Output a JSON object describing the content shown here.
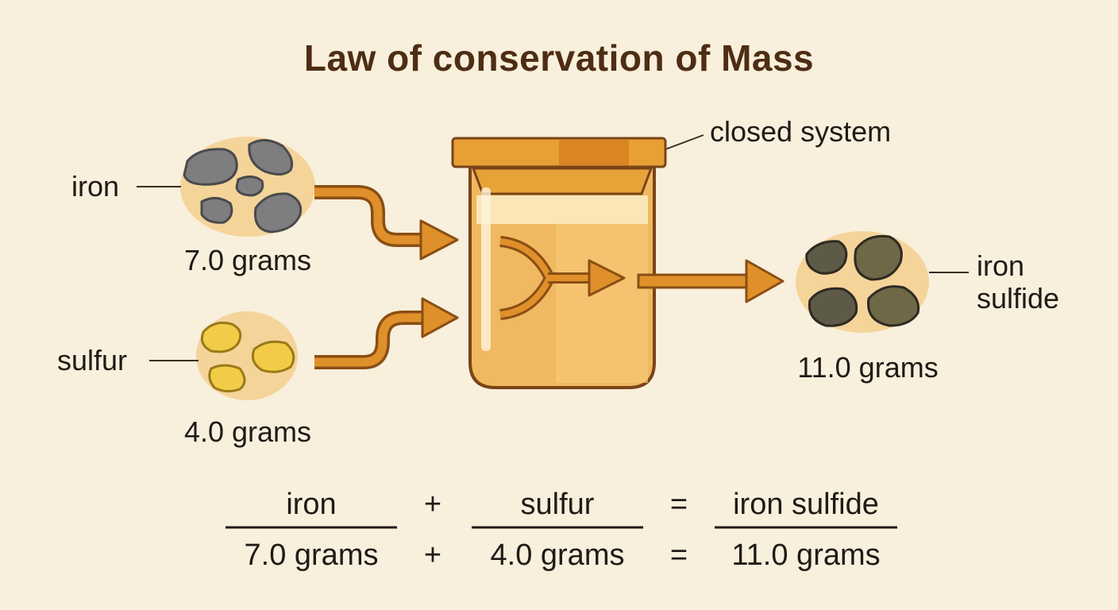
{
  "title": "Law of conservation of Mass",
  "reactants": [
    {
      "label": "iron",
      "mass": "7.0 grams"
    },
    {
      "label": "sulfur",
      "mass": "4.0 grams"
    }
  ],
  "container": {
    "label": "closed system"
  },
  "product": {
    "label_line1": "iron",
    "label_line2": "sulfide",
    "mass": "11.0 grams"
  },
  "equation": {
    "top": [
      "iron",
      "+",
      "sulfur",
      "=",
      "iron sulfide"
    ],
    "bottom": [
      "7.0 grams",
      "+",
      "4.0 grams",
      "=",
      "11.0 grams"
    ]
  },
  "colors": {
    "background": "#f8efdc",
    "title": "#4d2d14",
    "arrow": "#e0902a",
    "jar": "#f0b860",
    "iron_pebble": "#7e7e80",
    "sulfur_pebble": "#f2cc48",
    "iron_sulfide_pebble": "#5e5a48"
  }
}
